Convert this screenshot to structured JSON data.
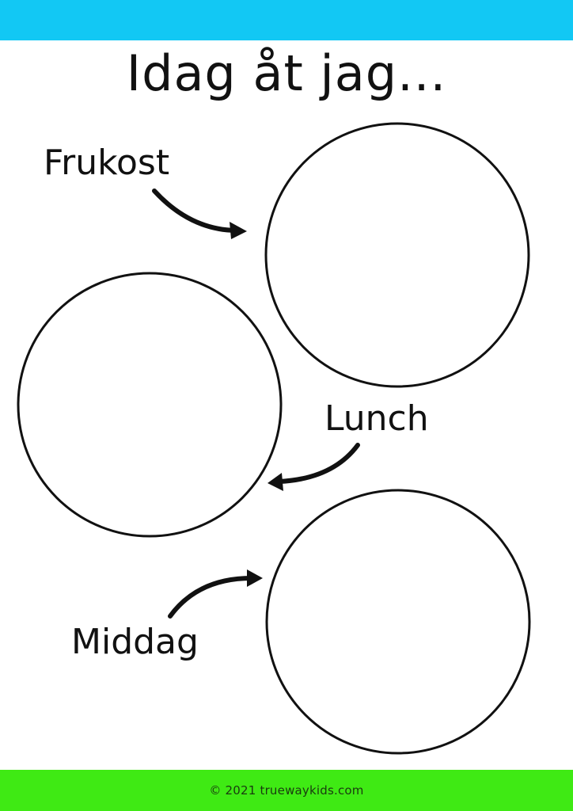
{
  "title": "Idag åt jag...",
  "meals": [
    {
      "label": "Frukost"
    },
    {
      "label": "Lunch"
    },
    {
      "label": "Middag"
    }
  ],
  "footer": {
    "copyright": "© 2021 truewaykids.com"
  },
  "colors": {
    "top_bar": "#12c8f4",
    "footer_bar": "#3fea14"
  }
}
